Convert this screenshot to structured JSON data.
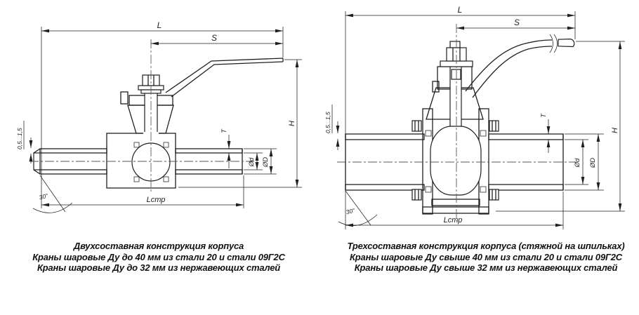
{
  "page": {
    "background": "#ffffff",
    "line_color": "#1f1f1f"
  },
  "dim_labels": {
    "length": "L",
    "handle_span": "S",
    "height": "H",
    "wall_thickness": "T",
    "bore_diameter": "Ød",
    "outer_diameter": "ØD",
    "build_length": "Lстр",
    "weld_edge": "0,5...1,5",
    "bevel_angle": "30°"
  },
  "left_figure": {
    "caption": [
      "Двухсоставная конструкция корпуса",
      "Краны шаровые Ду до 40 мм из стали 20 и стали 09Г2С",
      "Краны шаровые Ду до 32 мм из нержавеющих сталей"
    ]
  },
  "right_figure": {
    "caption": [
      "Трехсоставная конструкция корпуса (стяжной на шпильках)",
      "Краны шаровые Ду свыше 40 мм из стали 20 и стали 09Г2С",
      "Краны шаровые Ду свыше 32 мм из нержавеющих сталей"
    ]
  }
}
